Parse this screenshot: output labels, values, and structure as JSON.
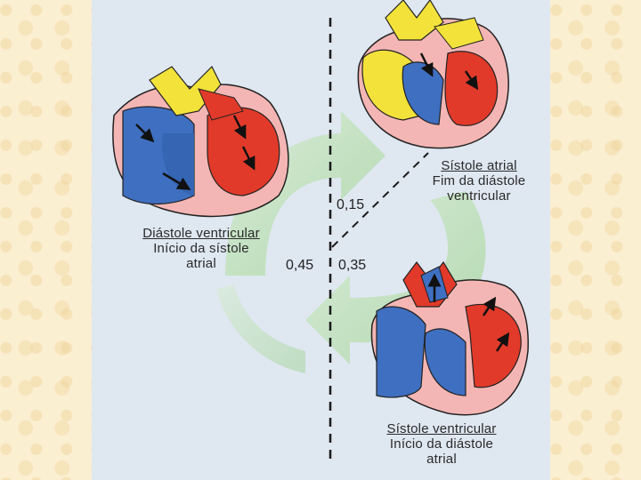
{
  "captions": {
    "diastole_ventricular": {
      "head": "Diástole ventricular",
      "line2": "Início da sístole",
      "line3": "atrial"
    },
    "sistole_atrial": {
      "head": "Sístole atrial",
      "line2": "Fim da diástole",
      "line3": "ventricular"
    },
    "sistole_ventricular": {
      "head": "Sístole ventricular",
      "line2": "Início da diástole",
      "line3": "atrial"
    }
  },
  "timings": {
    "t1": "0,15",
    "t2": "0,45",
    "t3": "0,35"
  },
  "colors": {
    "panel_bg": "#dfe7f1",
    "cycle_arrow": "#b7dcb0",
    "venous_blue": "#3f6fc0",
    "arterial_red": "#e23a2a",
    "vessel_yellow": "#f2e23a",
    "myocardium_pink": "#f4b6b4"
  }
}
